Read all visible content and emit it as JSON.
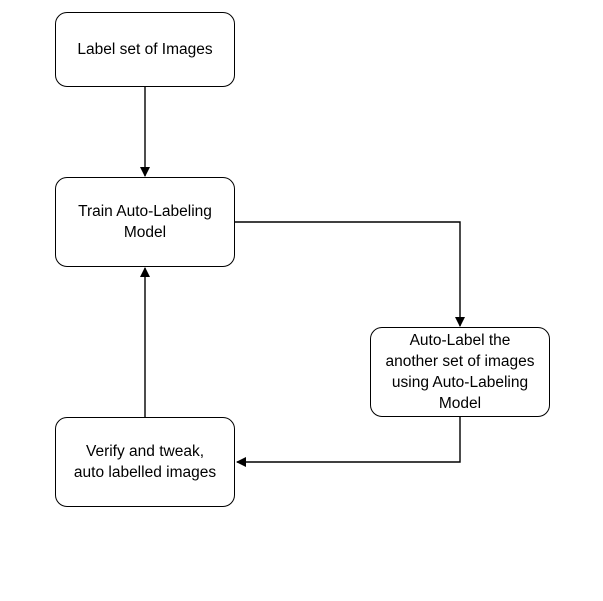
{
  "nodes": {
    "label_set": "Label set of Images",
    "train_model": "Train Auto-Labeling\nModel",
    "auto_label": "Auto-Label the\nanother set of images\nusing Auto-Labeling\nModel",
    "verify": "Verify and tweak,\nauto labelled images"
  },
  "edges": [
    {
      "from": "label_set",
      "to": "train_model"
    },
    {
      "from": "train_model",
      "to": "auto_label"
    },
    {
      "from": "auto_label",
      "to": "verify"
    },
    {
      "from": "verify",
      "to": "train_model"
    }
  ]
}
